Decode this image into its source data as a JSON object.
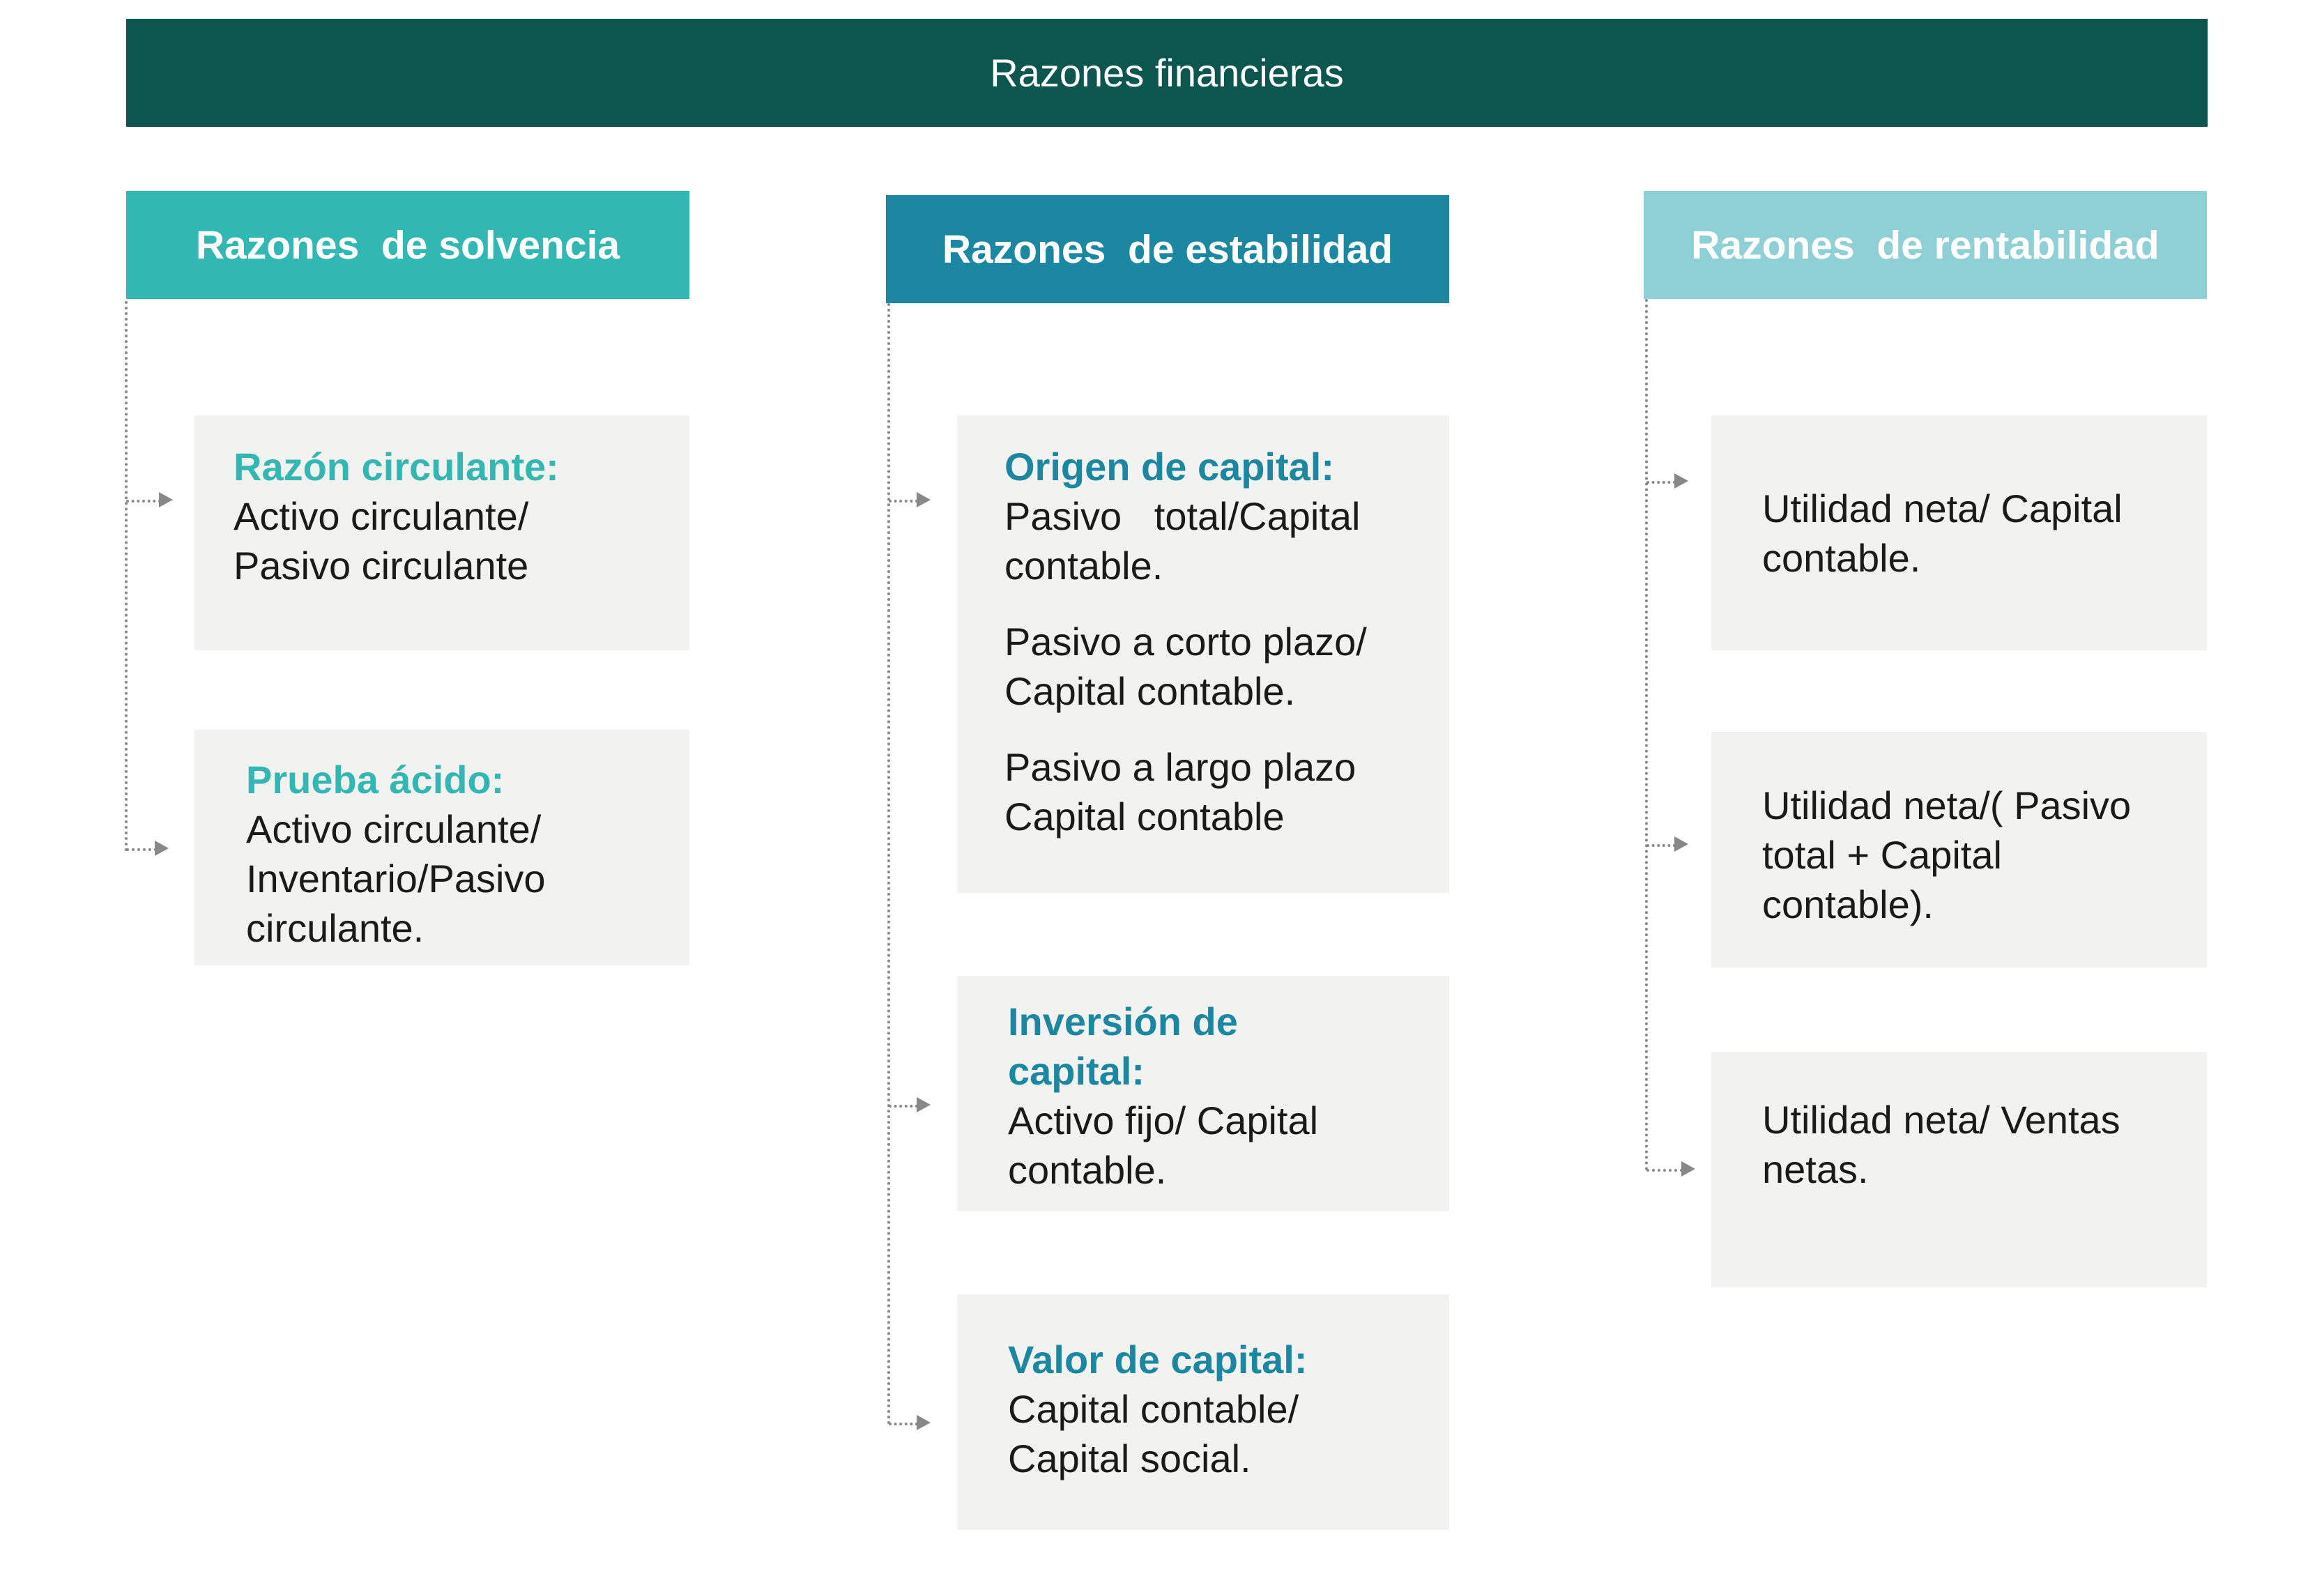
{
  "title": "Razones financieras",
  "columns": {
    "solvencia": {
      "header": "Razones  de solvencia",
      "cards": [
        {
          "title": "Razón circulante:",
          "lines": [
            "Activo circulante/",
            "Pasivo circulante"
          ]
        },
        {
          "title": "Prueba ácido:",
          "lines": [
            "Activo circulante/",
            "Inventario/Pasivo",
            "circulante."
          ]
        }
      ]
    },
    "estabilidad": {
      "header": "Razones  de estabilidad",
      "cards": [
        {
          "title": "Origen de capital:",
          "lines": [
            "Pasivo   total/Capital",
            "contable.",
            "Pasivo a corto plazo/",
            "Capital contable.",
            "Pasivo a largo plazo",
            "Capital contable"
          ]
        },
        {
          "title_lines": [
            "Inversión de",
            "capital:"
          ],
          "lines": [
            "Activo fijo/ Capital",
            "contable."
          ]
        },
        {
          "title": "Valor de capital:",
          "lines": [
            "Capital contable/",
            "Capital social."
          ]
        }
      ]
    },
    "rentabilidad": {
      "header": "Razones  de rentabilidad",
      "cards": [
        {
          "lines": [
            "Utilidad neta/ Capital",
            "contable."
          ]
        },
        {
          "lines": [
            "Utilidad neta/( Pasivo",
            "total + Capital",
            "contable)."
          ]
        },
        {
          "lines": [
            "Utilidad neta/ Ventas",
            "netas."
          ]
        }
      ]
    }
  },
  "colors": {
    "title_bg": "#0d5650",
    "solvencia": "#33b7b3",
    "estabilidad": "#1b87a0",
    "rentabilidad": "#8fd0d6",
    "card_bg": "#f2f2f0",
    "connector": "#888888"
  }
}
